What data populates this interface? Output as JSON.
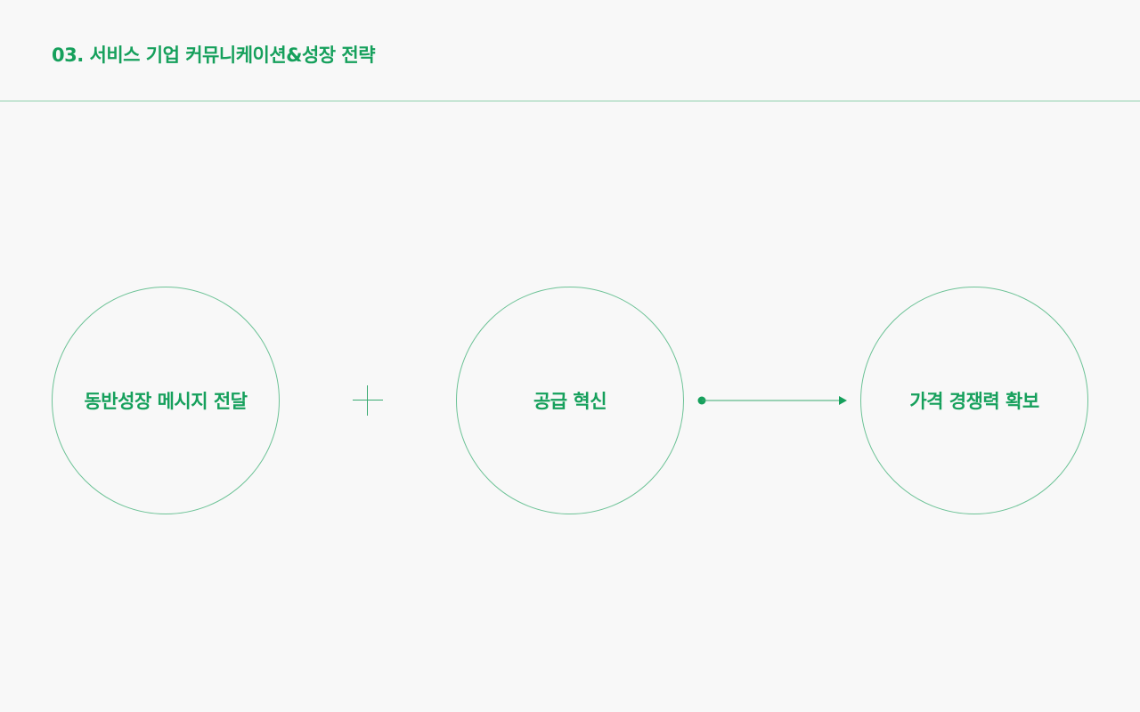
{
  "header": {
    "title": "03. 서비스 기업 커뮤니케이션&성장 전략"
  },
  "diagram": {
    "nodes": [
      {
        "label": "동반성장 메시지 전달"
      },
      {
        "label": "공급 혁신"
      },
      {
        "label": "가격 경쟁력 확보"
      }
    ],
    "connectors": [
      {
        "type": "plus",
        "icon": "plus-icon"
      },
      {
        "type": "arrow",
        "icon": "arrow-right-icon"
      }
    ]
  },
  "colors": {
    "accent": "#16a05c",
    "line": "#6cc296",
    "background": "#f8f8f8"
  }
}
